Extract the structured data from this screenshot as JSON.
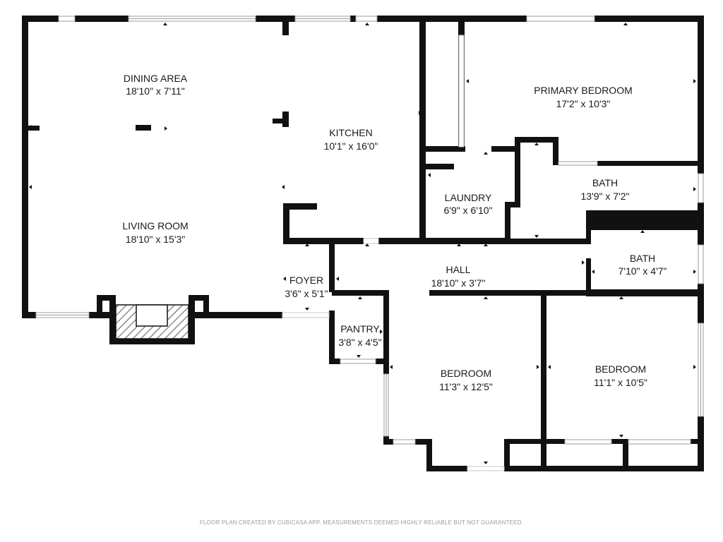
{
  "rooms": {
    "dining_area": {
      "name": "DINING AREA",
      "dimensions": "18'10\" x 7'11\""
    },
    "kitchen": {
      "name": "KITCHEN",
      "dimensions": "10'1\" x 16'0\""
    },
    "primary_bedroom": {
      "name": "PRIMARY BEDROOM",
      "dimensions": "17'2\" x 10'3\""
    },
    "bath_upper": {
      "name": "BATH",
      "dimensions": "13'9\" x 7'2\""
    },
    "laundry": {
      "name": "LAUNDRY",
      "dimensions": "6'9\" x 6'10\""
    },
    "living_room": {
      "name": "LIVING ROOM",
      "dimensions": "18'10\" x 15'3\""
    },
    "hall": {
      "name": "HALL",
      "dimensions": "18'10\" x 3'7\""
    },
    "bath_lower": {
      "name": "BATH",
      "dimensions": "7'10\" x 4'7\""
    },
    "foyer": {
      "name": "FOYER",
      "dimensions": "3'6\" x 5'1\""
    },
    "pantry": {
      "name": "PANTRY",
      "dimensions": "3'8\" x 4'5\""
    },
    "bedroom_1": {
      "name": "BEDROOM",
      "dimensions": "11'3\" x 12'5\""
    },
    "bedroom_2": {
      "name": "BEDROOM",
      "dimensions": "11'1\" x 10'5\""
    }
  },
  "footer": "FLOOR PLAN CREATED BY CUBICASA APP. MEASUREMENTS DEEMED HIGHLY RELIABLE BUT NOT GUARANTEED.",
  "colors": {
    "wall": "#111111",
    "window": "#bcbcbc",
    "background": "#ffffff"
  }
}
